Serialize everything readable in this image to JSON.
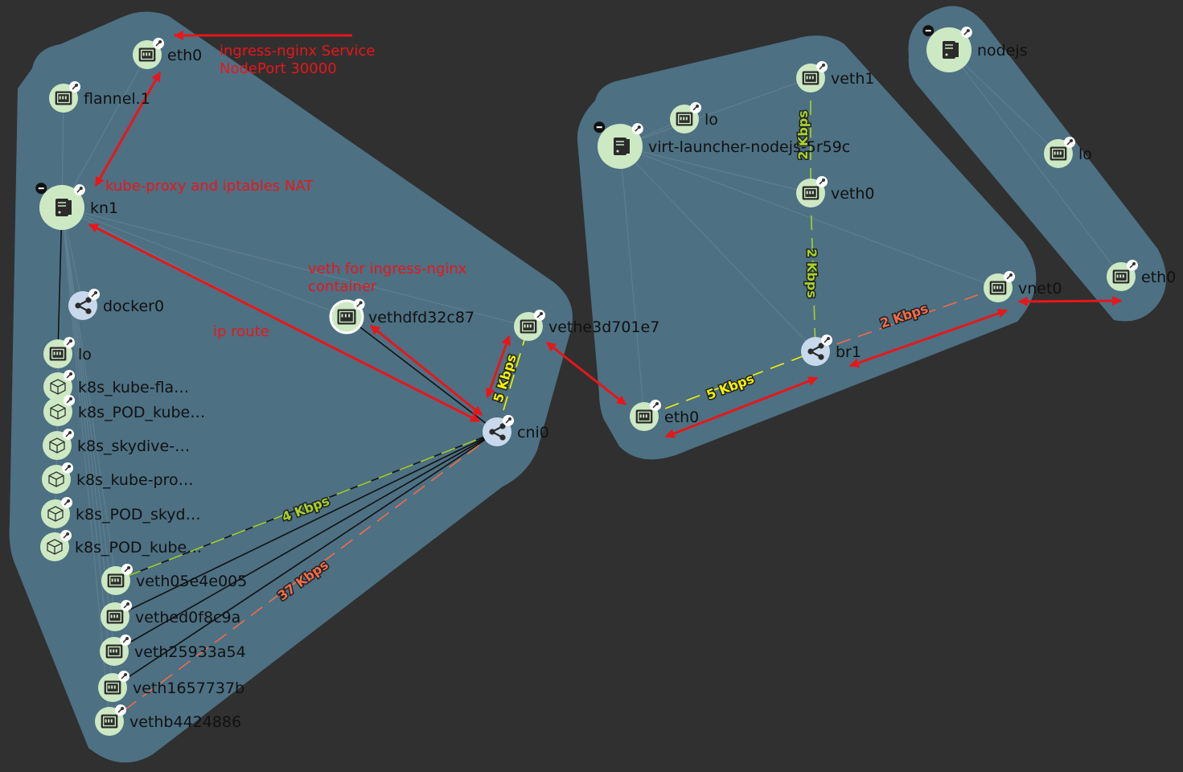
{
  "colors": {
    "background": "#303030",
    "group_fill": "#4d7083",
    "node_fill": "#cde9c3",
    "bridge_fill": "#c9d9ec",
    "edge": "#5e7f8f",
    "link_dark": "#111111",
    "arrow": "#e8161a",
    "bw_yellow": "#f2f200",
    "bw_green": "#a6d22b",
    "bw_orange": "#f26b4a"
  },
  "icons": {
    "host": "server-icon",
    "interface": "ethernet-port-icon",
    "bridge": "share-icon",
    "container": "cube-icon",
    "pin": "pin-icon",
    "collapse": "minus-icon"
  },
  "nodes": [
    {
      "id": "kn1-eth0",
      "label": "eth0",
      "type": "interface"
    },
    {
      "id": "flannel",
      "label": "flannel.1",
      "type": "interface"
    },
    {
      "id": "kn1",
      "label": "kn1",
      "type": "host"
    },
    {
      "id": "docker0",
      "label": "docker0",
      "type": "bridge"
    },
    {
      "id": "kn1-lo",
      "label": "lo",
      "type": "interface"
    },
    {
      "id": "k1",
      "label": "k8s_kube-fla…",
      "type": "container"
    },
    {
      "id": "k2",
      "label": "k8s_POD_kube…",
      "type": "container"
    },
    {
      "id": "k3",
      "label": "k8s_skydive-…",
      "type": "container"
    },
    {
      "id": "k4",
      "label": "k8s_kube-pro…",
      "type": "container"
    },
    {
      "id": "k5",
      "label": "k8s_POD_skyd…",
      "type": "container"
    },
    {
      "id": "k6",
      "label": "k8s_POD_kube…",
      "type": "container"
    },
    {
      "id": "vethdfd",
      "label": "vethdfd32c87",
      "type": "interface",
      "selected": true
    },
    {
      "id": "vethe3d",
      "label": "vethe3d701e7",
      "type": "interface"
    },
    {
      "id": "cni0",
      "label": "cni0",
      "type": "bridge"
    },
    {
      "id": "v05",
      "label": "veth05e4e005",
      "type": "interface"
    },
    {
      "id": "ved",
      "label": "vethed0f8c9a",
      "type": "interface"
    },
    {
      "id": "v259",
      "label": "veth25933a54",
      "type": "interface"
    },
    {
      "id": "v165",
      "label": "veth1657737b",
      "type": "interface"
    },
    {
      "id": "vb44",
      "label": "vethb4424886",
      "type": "interface"
    },
    {
      "id": "virt",
      "label": "virt-launcher-nodejs-5r59c",
      "type": "host"
    },
    {
      "id": "virt-lo",
      "label": "lo",
      "type": "interface"
    },
    {
      "id": "veth1",
      "label": "veth1",
      "type": "interface"
    },
    {
      "id": "veth0",
      "label": "veth0",
      "type": "interface"
    },
    {
      "id": "br1",
      "label": "br1",
      "type": "bridge"
    },
    {
      "id": "vnet0",
      "label": "vnet0",
      "type": "interface"
    },
    {
      "id": "virt-eth0",
      "label": "eth0",
      "type": "interface"
    },
    {
      "id": "nodejs",
      "label": "nodejs",
      "type": "host"
    },
    {
      "id": "nodejs-lo",
      "label": "lo",
      "type": "interface"
    },
    {
      "id": "nodejs-eth0",
      "label": "eth0",
      "type": "interface"
    }
  ],
  "bandwidth_labels": {
    "cni0_vethe3d": "5 Kbps",
    "veth1_veth0": "2 Kbps",
    "veth0_br1": "2 Kbps",
    "br1_vnet0": "2 Kbps",
    "eth0_br1": "5 Kbps",
    "cni0_v05": "4 Kbps",
    "cni0_vb44": "37 Kbps"
  },
  "annotations": {
    "ingress_line1": "ingress-nginx Service",
    "ingress_line2": "NodePort 30000",
    "kube_proxy": "kube-proxy and iptables NAT",
    "veth_line1": "veth for ingress-nginx",
    "veth_line2": "container",
    "ip_route": "ip route"
  }
}
